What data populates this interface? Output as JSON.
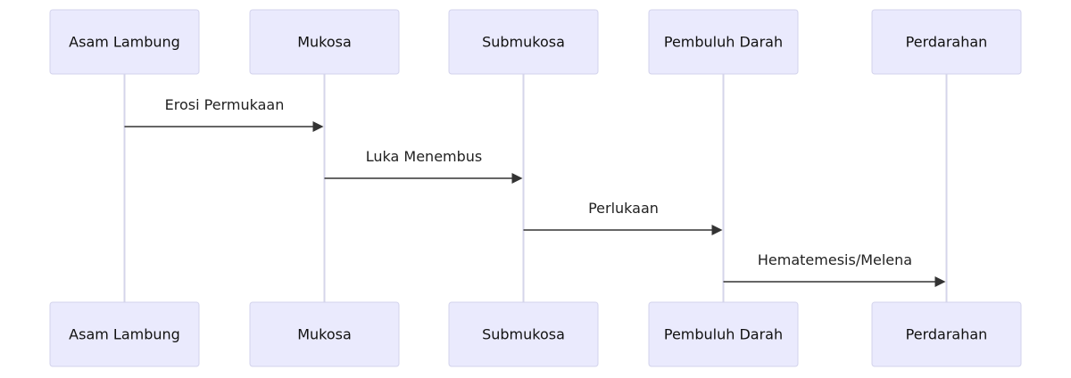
{
  "diagram": {
    "type": "sequence",
    "participants": [
      {
        "id": "asam-lambung",
        "label": "Asam Lambung"
      },
      {
        "id": "mukosa",
        "label": "Mukosa"
      },
      {
        "id": "submukosa",
        "label": "Submukosa"
      },
      {
        "id": "pembuluh-darah",
        "label": "Pembuluh Darah"
      },
      {
        "id": "perdarahan",
        "label": "Perdarahan"
      }
    ],
    "messages": [
      {
        "from": 0,
        "to": 1,
        "label": "Erosi Permukaan"
      },
      {
        "from": 1,
        "to": 2,
        "label": "Luka Menembus"
      },
      {
        "from": 2,
        "to": 3,
        "label": "Perlukaan"
      },
      {
        "from": 3,
        "to": 4,
        "label": "Hematemesis/Melena"
      }
    ]
  }
}
